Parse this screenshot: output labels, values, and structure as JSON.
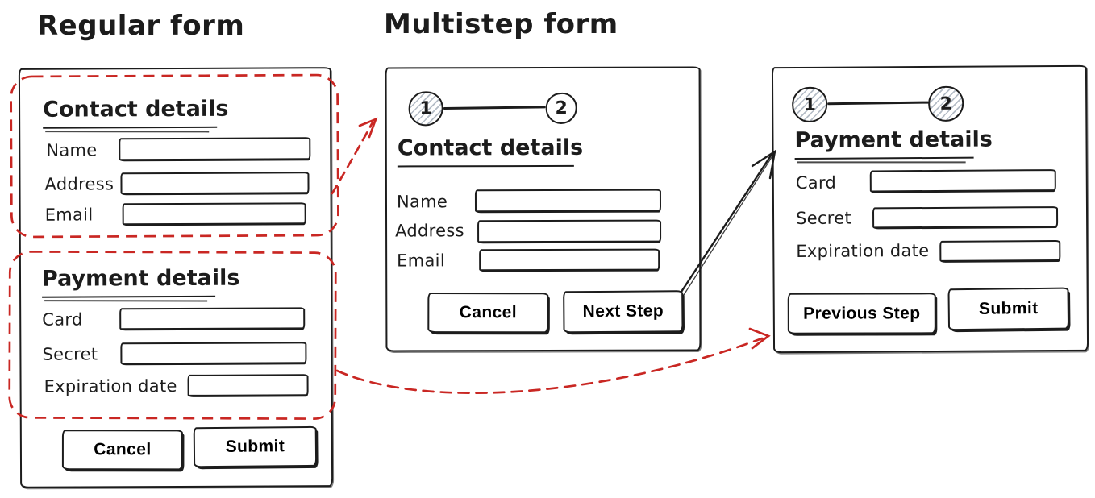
{
  "colors": {
    "ink": "#1c1c1c",
    "accent_red": "#c92723",
    "hatch_gray": "#768696"
  },
  "regular_form": {
    "title": "Regular form",
    "contact_section": {
      "heading": "Contact details",
      "fields": [
        {
          "label": "Name"
        },
        {
          "label": "Address"
        },
        {
          "label": "Email"
        }
      ]
    },
    "payment_section": {
      "heading": "Payment details",
      "fields": [
        {
          "label": "Card"
        },
        {
          "label": "Secret"
        },
        {
          "label": "Expiration date"
        }
      ]
    },
    "buttons": {
      "cancel": "Cancel",
      "submit": "Submit"
    }
  },
  "multistep_form": {
    "title": "Multistep form",
    "step_contact": {
      "stepper": {
        "step1": "1",
        "step2": "2"
      },
      "heading": "Contact details",
      "fields": [
        {
          "label": "Name"
        },
        {
          "label": "Address"
        },
        {
          "label": "Email"
        }
      ],
      "buttons": {
        "cancel": "Cancel",
        "next": "Next Step"
      }
    },
    "step_payment": {
      "stepper": {
        "step1": "1",
        "step2": "2"
      },
      "heading": "Payment details",
      "fields": [
        {
          "label": "Card"
        },
        {
          "label": "Secret"
        },
        {
          "label": "Expiration date"
        }
      ],
      "buttons": {
        "previous": "Previous Step",
        "submit": "Submit"
      }
    }
  }
}
